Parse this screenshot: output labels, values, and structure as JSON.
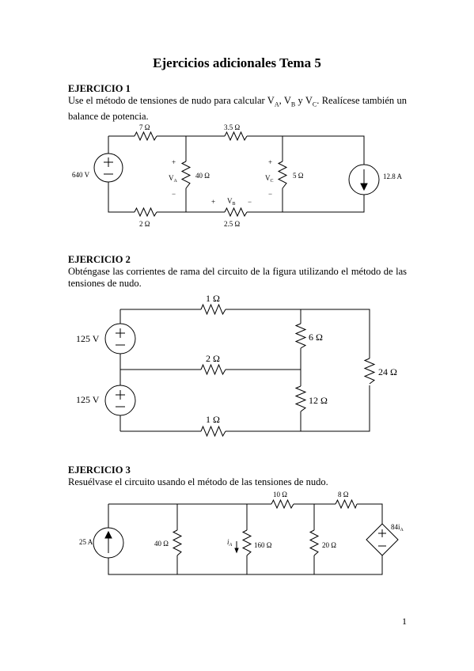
{
  "title": "Ejercicios adicionales Tema 5",
  "ex1": {
    "heading": "EJERCICIO 1",
    "text_pre": "Use el método de tensiones de nudo para calcular V",
    "sub_a": "A",
    "sep1": ", V",
    "sub_b": "B",
    "sep2": " y V",
    "sub_c": "C",
    "text_post": ". Realícese también un balance de potencia.",
    "labels": {
      "r_top_left": "7 Ω",
      "r_top_mid": "3.5 Ω",
      "r_bot_left": "2 Ω",
      "r_bot_mid": "2.5 Ω",
      "r_40": "40 Ω",
      "r_5": "5 Ω",
      "src_v": "640 V",
      "src_i": "12.8 A",
      "va": "V",
      "va_sub": "A",
      "vb": "V",
      "vb_sub": "B",
      "vc": "V",
      "vc_sub": "C",
      "plus": "+",
      "minus": "−"
    }
  },
  "ex2": {
    "heading": "EJERCICIO 2",
    "text": "Obténgase las corrientes de rama del circuito de la figura utilizando el método de las tensiones de nudo.",
    "labels": {
      "r_top": "1 Ω",
      "r_mid": "2 Ω",
      "r_bot": "1 Ω",
      "r_6": "6 Ω",
      "r_12": "12 Ω",
      "r_24": "24 Ω",
      "src_top": "125 V",
      "src_bot": "125 V"
    }
  },
  "ex3": {
    "heading": "EJERCICIO 3",
    "text": "Resuélvase el circuito usando el método de las tensiones de nudo.",
    "labels": {
      "src_i": "25 A",
      "r_40": "40 Ω",
      "r_160": "160 Ω",
      "r_20": "20 Ω",
      "r_10": "10 Ω",
      "r_8": "8 Ω",
      "ia": "i",
      "ia_sub": "A",
      "dep": "84i",
      "dep_sub": "A"
    }
  },
  "page_number": "1"
}
